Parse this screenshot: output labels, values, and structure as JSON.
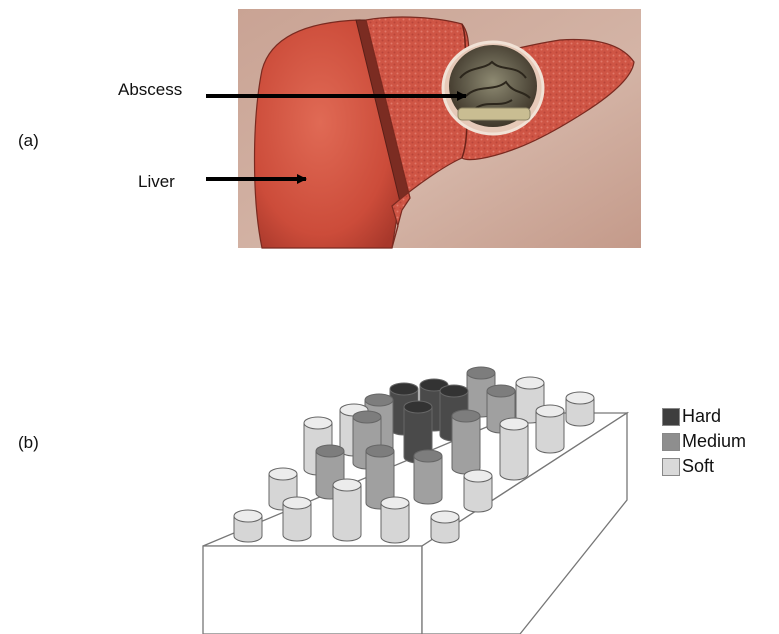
{
  "panels": {
    "a": {
      "label": "(a)"
    },
    "b": {
      "label": "(b)"
    }
  },
  "liver_figure": {
    "callouts": [
      {
        "id": "abscess",
        "text": "Abscess"
      },
      {
        "id": "liver",
        "text": "Liver"
      }
    ]
  },
  "phantom_figure": {
    "legend": [
      {
        "id": "hard",
        "text": "Hard",
        "color": "#3e3e3e"
      },
      {
        "id": "medium",
        "text": "Medium",
        "color": "#8e8e8e"
      },
      {
        "id": "soft",
        "text": "Soft",
        "color": "#d9d9d9"
      }
    ]
  }
}
